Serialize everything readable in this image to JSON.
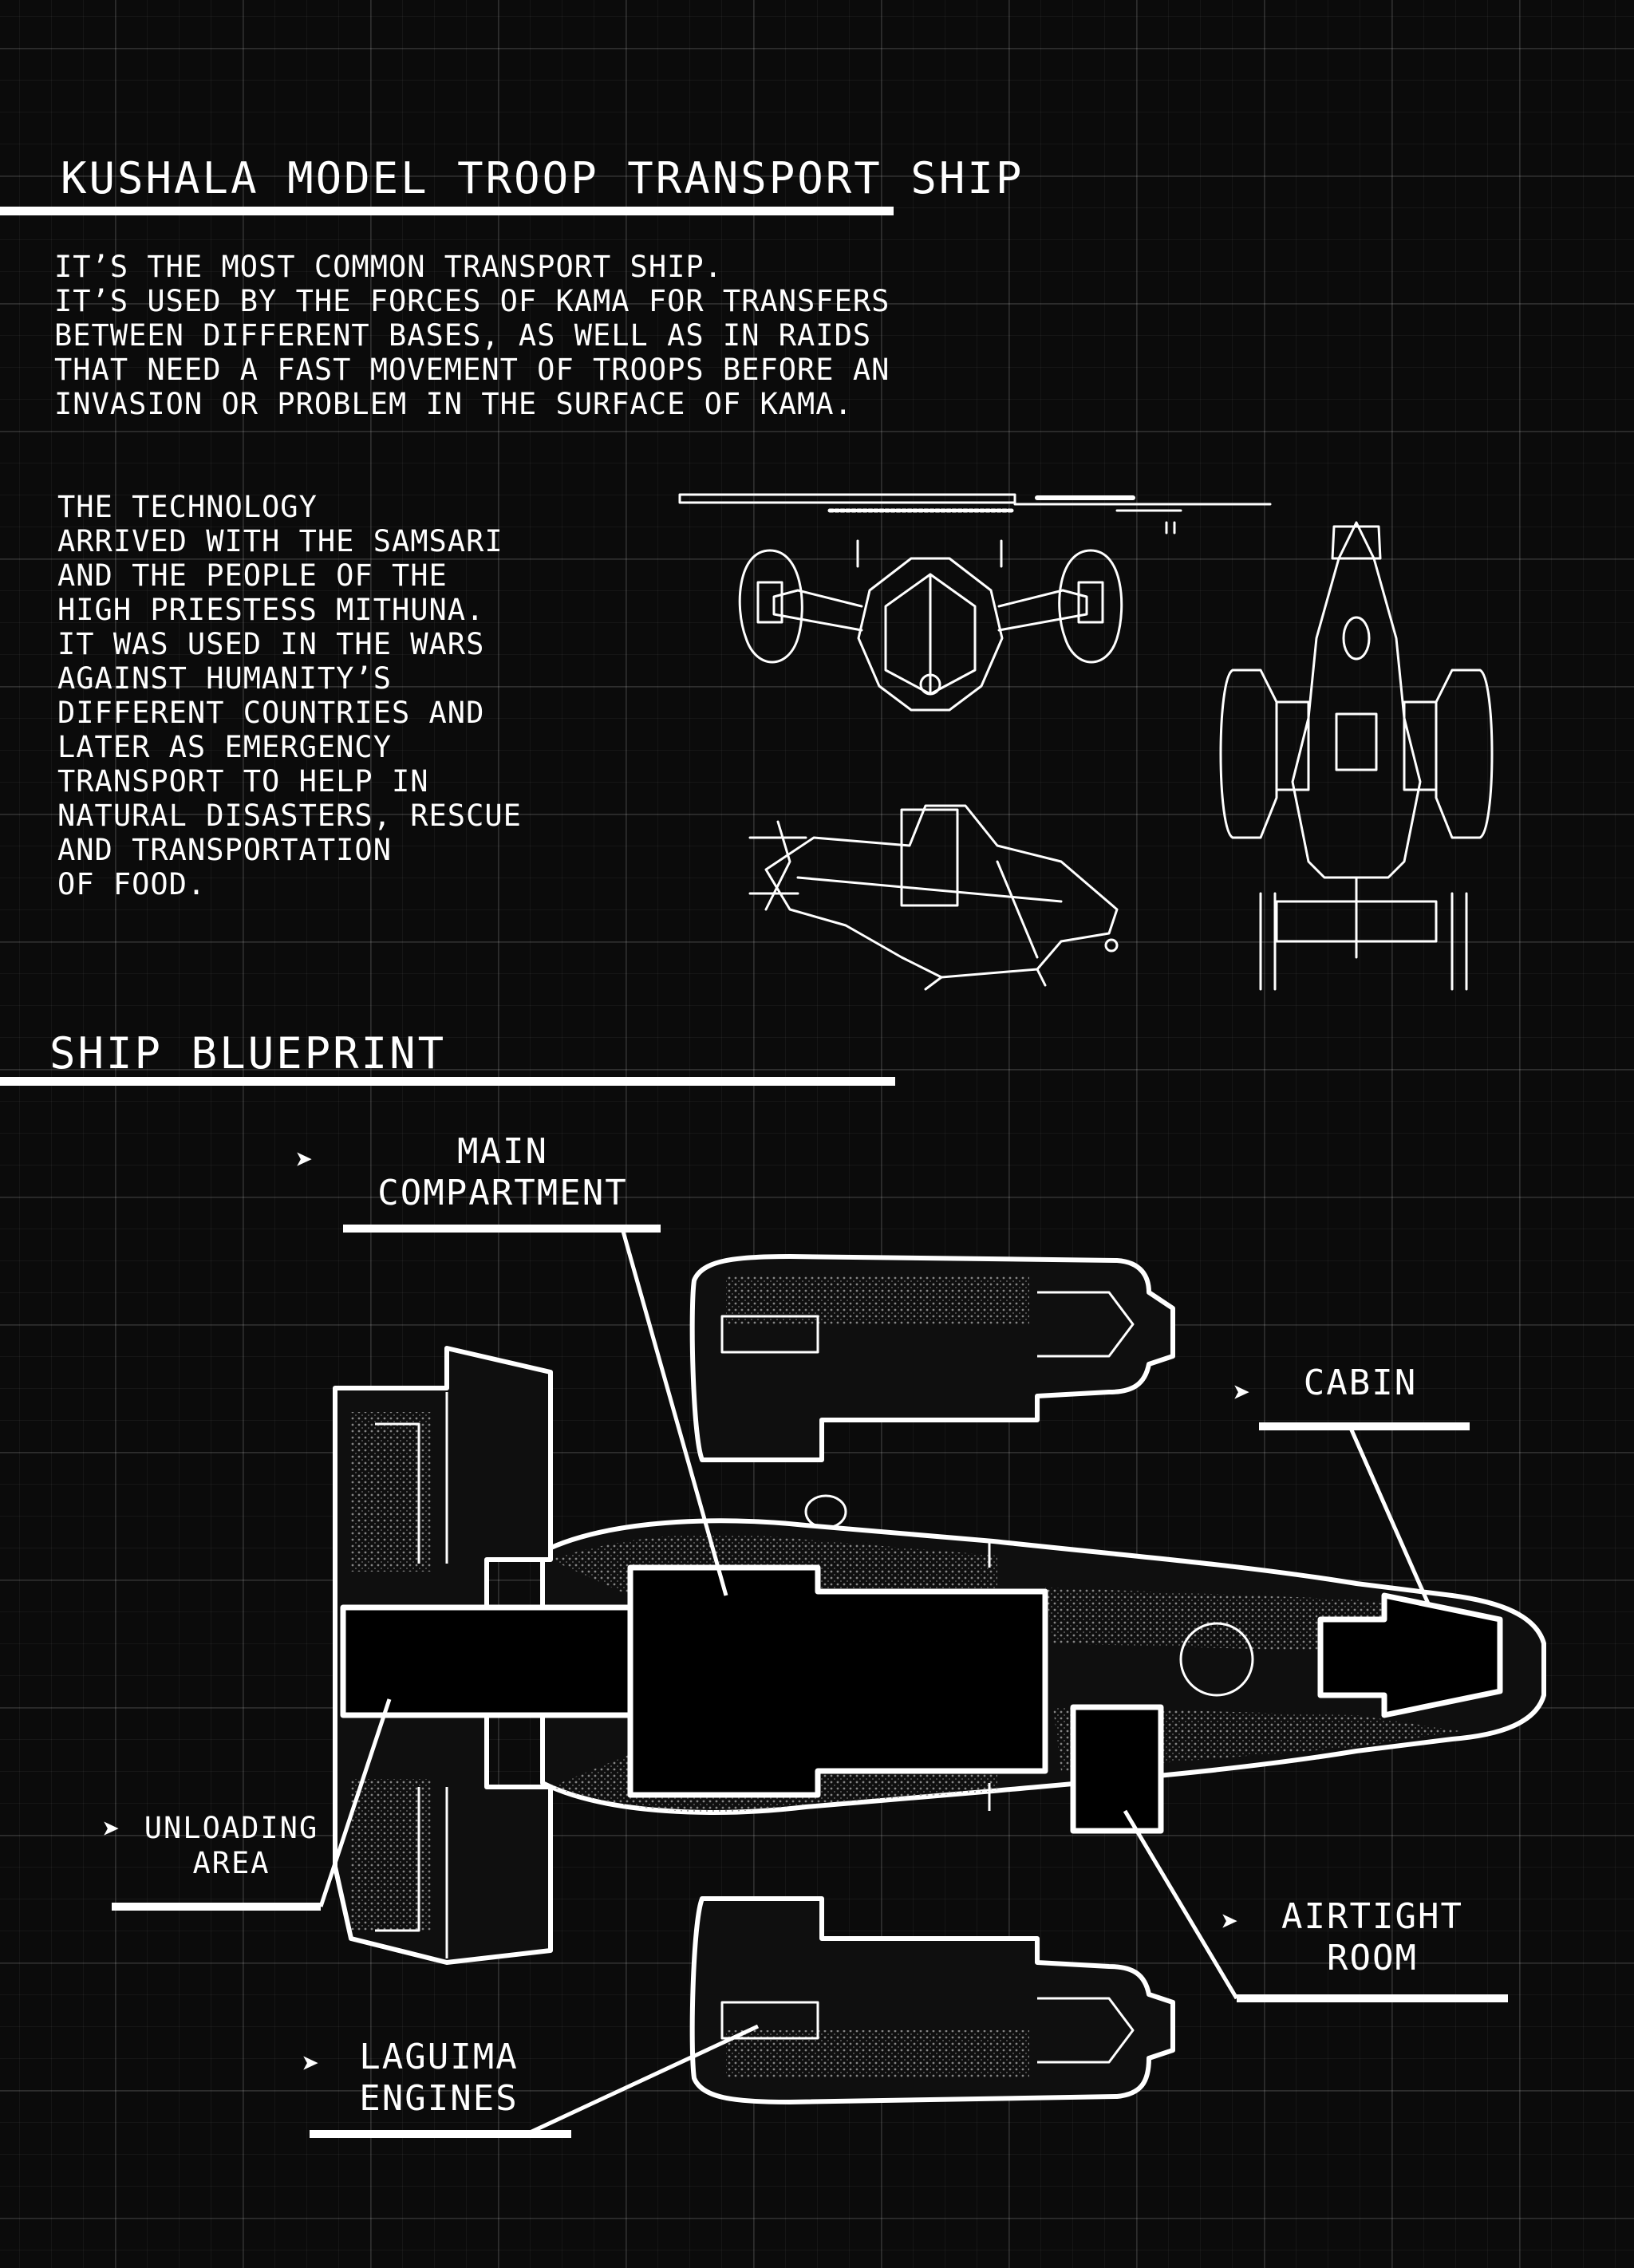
{
  "title": "KUSHALA MODEL TROOP TRANSPORT SHIP",
  "intro": "IT’S THE MOST COMMON TRANSPORT SHIP.\nIT’S USED BY THE FORCES OF KAMA FOR TRANSFERS\nBETWEEN DIFFERENT BASES, AS WELL AS IN RAIDS\nTHAT NEED A FAST MOVEMENT OF TROOPS BEFORE AN\nINVASION OR PROBLEM IN THE SURFACE OF KAMA.",
  "history": "THE TECHNOLOGY\nARRIVED WITH THE SAMSARI\nAND THE PEOPLE OF THE\nHIGH PRIESTESS MITHUNA.\nIT WAS USED IN THE WARS\nAGAINST HUMANITY’S\nDIFFERENT COUNTRIES AND\nLATER AS EMERGENCY\nTRANSPORT TO HELP IN\nNATURAL DISASTERS, RESCUE\nAND TRANSPORTATION\nOF FOOD.",
  "blueprint_heading": "SHIP BLUEPRINT",
  "labels": {
    "main_compartment": "MAIN\nCOMPARTMENT",
    "cabin": "CABIN",
    "unloading_area": "UNLOADING\nAREA",
    "airtight_room": "AIRTIGHT\nROOM",
    "laguima_engines": "LAGUIMA\nENGINES"
  },
  "arrow_glyph": "➤",
  "colors": {
    "background": "#0b0b0b",
    "ink": "#ffffff",
    "grid": "#2a2a2a"
  }
}
